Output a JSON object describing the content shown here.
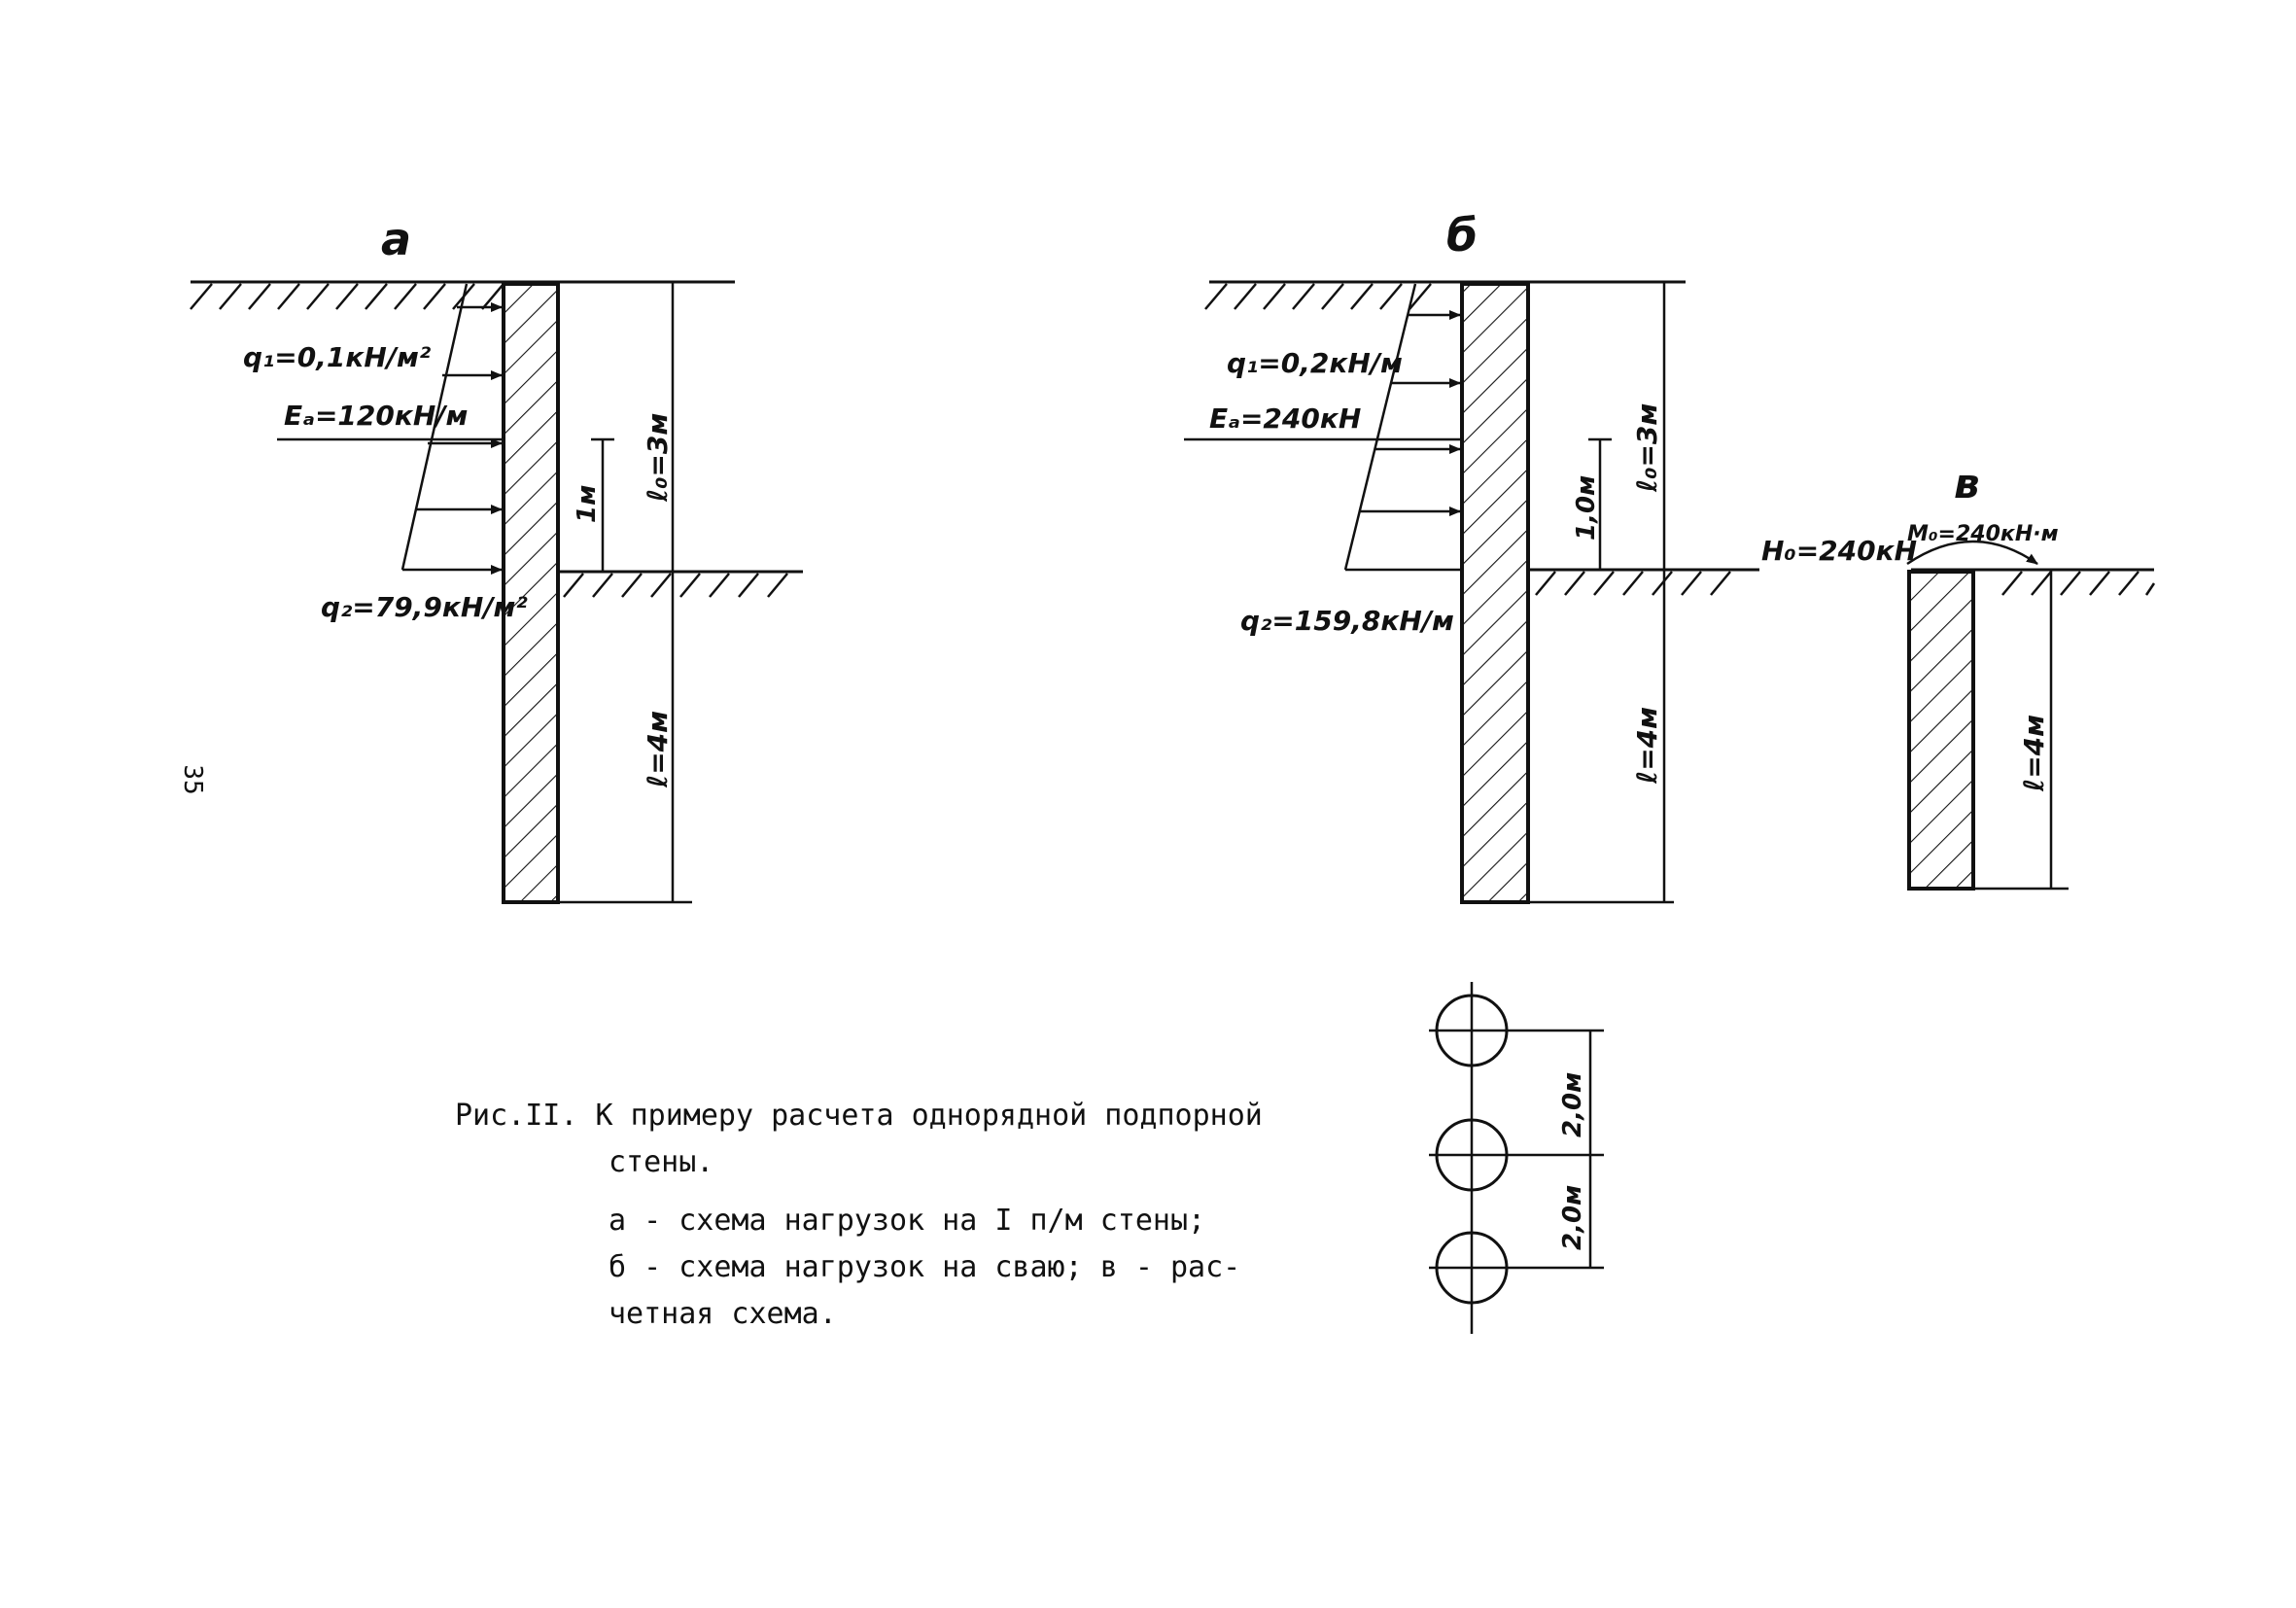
{
  "page_number": "35",
  "panel_a": {
    "letter": "а",
    "q1": "q₁=0,1кН/м²",
    "ea": "Eₐ=120кН/м",
    "q2": "q₂=79,9кН/м²",
    "dim_1m": "1м",
    "dim_l0": "ℓ₀=3м",
    "dim_l": "ℓ=4м"
  },
  "panel_b": {
    "letter": "б",
    "q1": "q₁=0,2кН/м",
    "ea": "Eₐ=240кН",
    "q2": "q₂=159,8кН/м",
    "dim_1m": "1,0м",
    "dim_l0": "ℓ₀=3м",
    "dim_l": "ℓ=4м"
  },
  "panel_v": {
    "letter": "в",
    "h0": "H₀=240кН",
    "m0": "M₀=240кН·м",
    "dim_l": "ℓ=4м"
  },
  "pile_plan": {
    "dim_top": "2,0м",
    "dim_bottom": "2,0м"
  },
  "caption": {
    "line1": "Рис.II. К примеру расчета однорядной подпорной",
    "line2": "стены.",
    "line3": "а - схема нагрузок на I п/м стены;",
    "line4": "б - схема нагрузок на сваю; в - рас-",
    "line5": "четная схема."
  }
}
